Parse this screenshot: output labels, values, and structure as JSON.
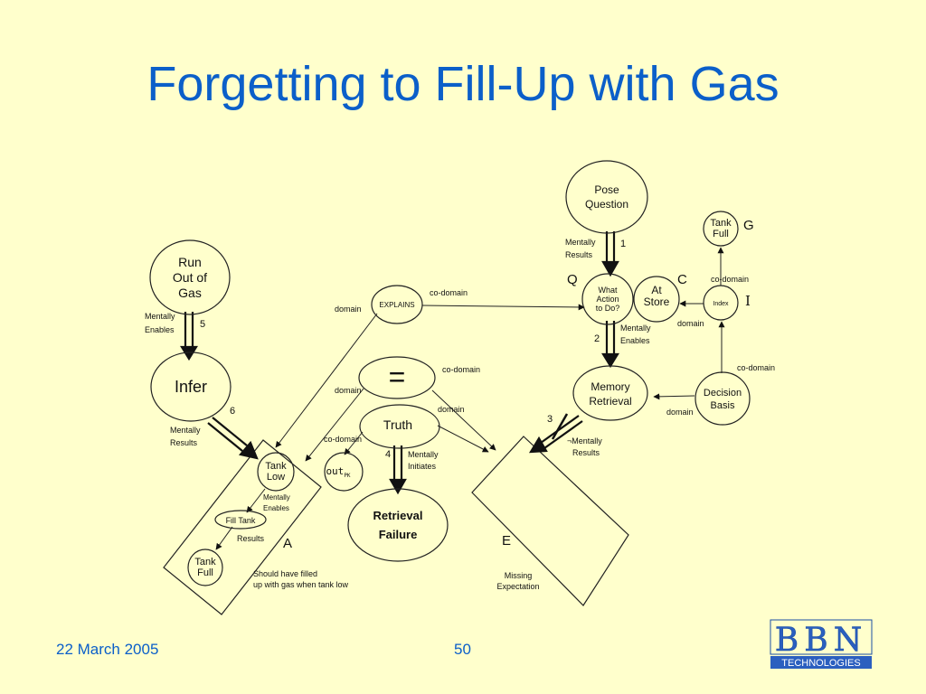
{
  "slide": {
    "title": "Forgetting to Fill-Up with Gas",
    "date": "22 March 2005",
    "page": "50"
  },
  "logo": {
    "letters": "BBN",
    "subtitle": "TECHNOLOGIES"
  },
  "diagram": {
    "nodes": {
      "run_out": [
        "Run",
        "Out of",
        "Gas"
      ],
      "infer": "Infer",
      "pose": [
        "Pose",
        "Question"
      ],
      "what_action": [
        "What",
        "Action",
        "to Do?"
      ],
      "at_store": [
        "At",
        "Store"
      ],
      "index": "Index",
      "tank_full_g": [
        "Tank",
        "Full"
      ],
      "memory": [
        "Memory",
        "Retrieval"
      ],
      "decision": [
        "Decision",
        "Basis"
      ],
      "explains": "EXPLAINS",
      "equals": "=",
      "truth": "Truth",
      "out_pk": "out",
      "out_pk_sub": "PK",
      "retrieval_failure": [
        "Retrieval",
        "Failure"
      ],
      "tank_low": [
        "Tank",
        "Low"
      ],
      "fill_tank": "Fill Tank",
      "tank_full_a": [
        "Tank",
        "Full"
      ]
    },
    "edge_labels": {
      "mentally_enables_5": [
        "Mentally",
        "Enables"
      ],
      "num_5": "5",
      "mentally_results_6": [
        "Mentally",
        "Results"
      ],
      "num_6": "6",
      "mentally_results_1": [
        "Mentally",
        "Results"
      ],
      "num_1": "1",
      "mentally_enables_2": [
        "Mentally",
        "Enables"
      ],
      "num_2": "2",
      "not_mentally_results": [
        "¬Mentally",
        "Results"
      ],
      "num_3": "3",
      "mentally_initiates": [
        "Mentally",
        "Initiates"
      ],
      "num_4": "4",
      "domain_explains": "domain",
      "codomain_explains": "co-domain",
      "domain_equals": "domain",
      "codomain_equals": "co-domain",
      "codomain_truth": "co-domain",
      "domain_truth": "domain",
      "codomain_index_g": "co-domain",
      "domain_index": "domain",
      "codomain_decision": "co-domain",
      "domain_decision": "domain",
      "inner_mentally_enables": [
        "Mentally",
        "Enables"
      ],
      "inner_results": "Results"
    },
    "letters": {
      "Q": "Q",
      "C": "C",
      "G": "G",
      "I": "I",
      "A": "A",
      "E": "E"
    },
    "notes": {
      "box_a": [
        "Should have filled",
        "up with gas when tank low"
      ],
      "box_e": [
        "Missing",
        "Expectation"
      ]
    }
  }
}
